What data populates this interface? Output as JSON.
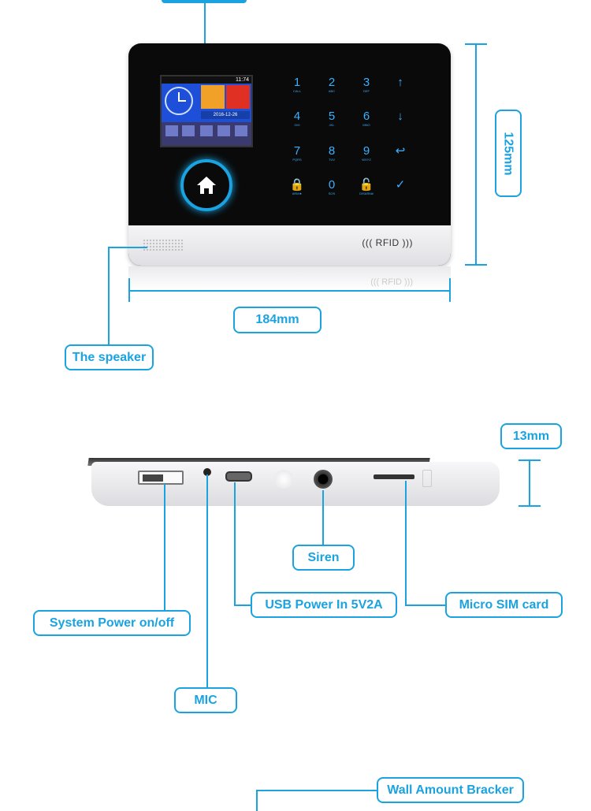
{
  "device": {
    "keypad_keys": [
      {
        "num": "1",
        "sub": "CALL"
      },
      {
        "num": "2",
        "sub": "ABC"
      },
      {
        "num": "3",
        "sub": "DEF"
      },
      {
        "num": "↑",
        "sub": ""
      },
      {
        "num": "4",
        "sub": "GHI"
      },
      {
        "num": "5",
        "sub": "JKL"
      },
      {
        "num": "6",
        "sub": "MNO"
      },
      {
        "num": "↓",
        "sub": ""
      },
      {
        "num": "7",
        "sub": "PQRS"
      },
      {
        "num": "8",
        "sub": "TUV"
      },
      {
        "num": "9",
        "sub": "WXYZ"
      },
      {
        "num": "↩",
        "sub": ""
      },
      {
        "num": "🔒",
        "sub": "ARM★"
      },
      {
        "num": "0",
        "sub": "SOS"
      },
      {
        "num": "🔓",
        "sub": "DISARM#"
      },
      {
        "num": "✓",
        "sub": ""
      }
    ],
    "screen_time": "11:74",
    "screen_date": "2016-12-26",
    "rfid_text": "((( RFID )))",
    "rfid_reflection": "((( RFID )))"
  },
  "labels": {
    "width": "184mm",
    "height": "125mm",
    "thickness": "13mm",
    "speaker": "The speaker",
    "siren": "Siren",
    "usb": "USB Power In 5V2A",
    "sim": "Micro SIM card",
    "power": "System Power on/off",
    "mic": "MIC",
    "bracket": "Wall Amount Bracker"
  },
  "colors": {
    "accent": "#1aa3e0",
    "panel": "#0a0a0a",
    "keypad": "#3bb0ff"
  }
}
